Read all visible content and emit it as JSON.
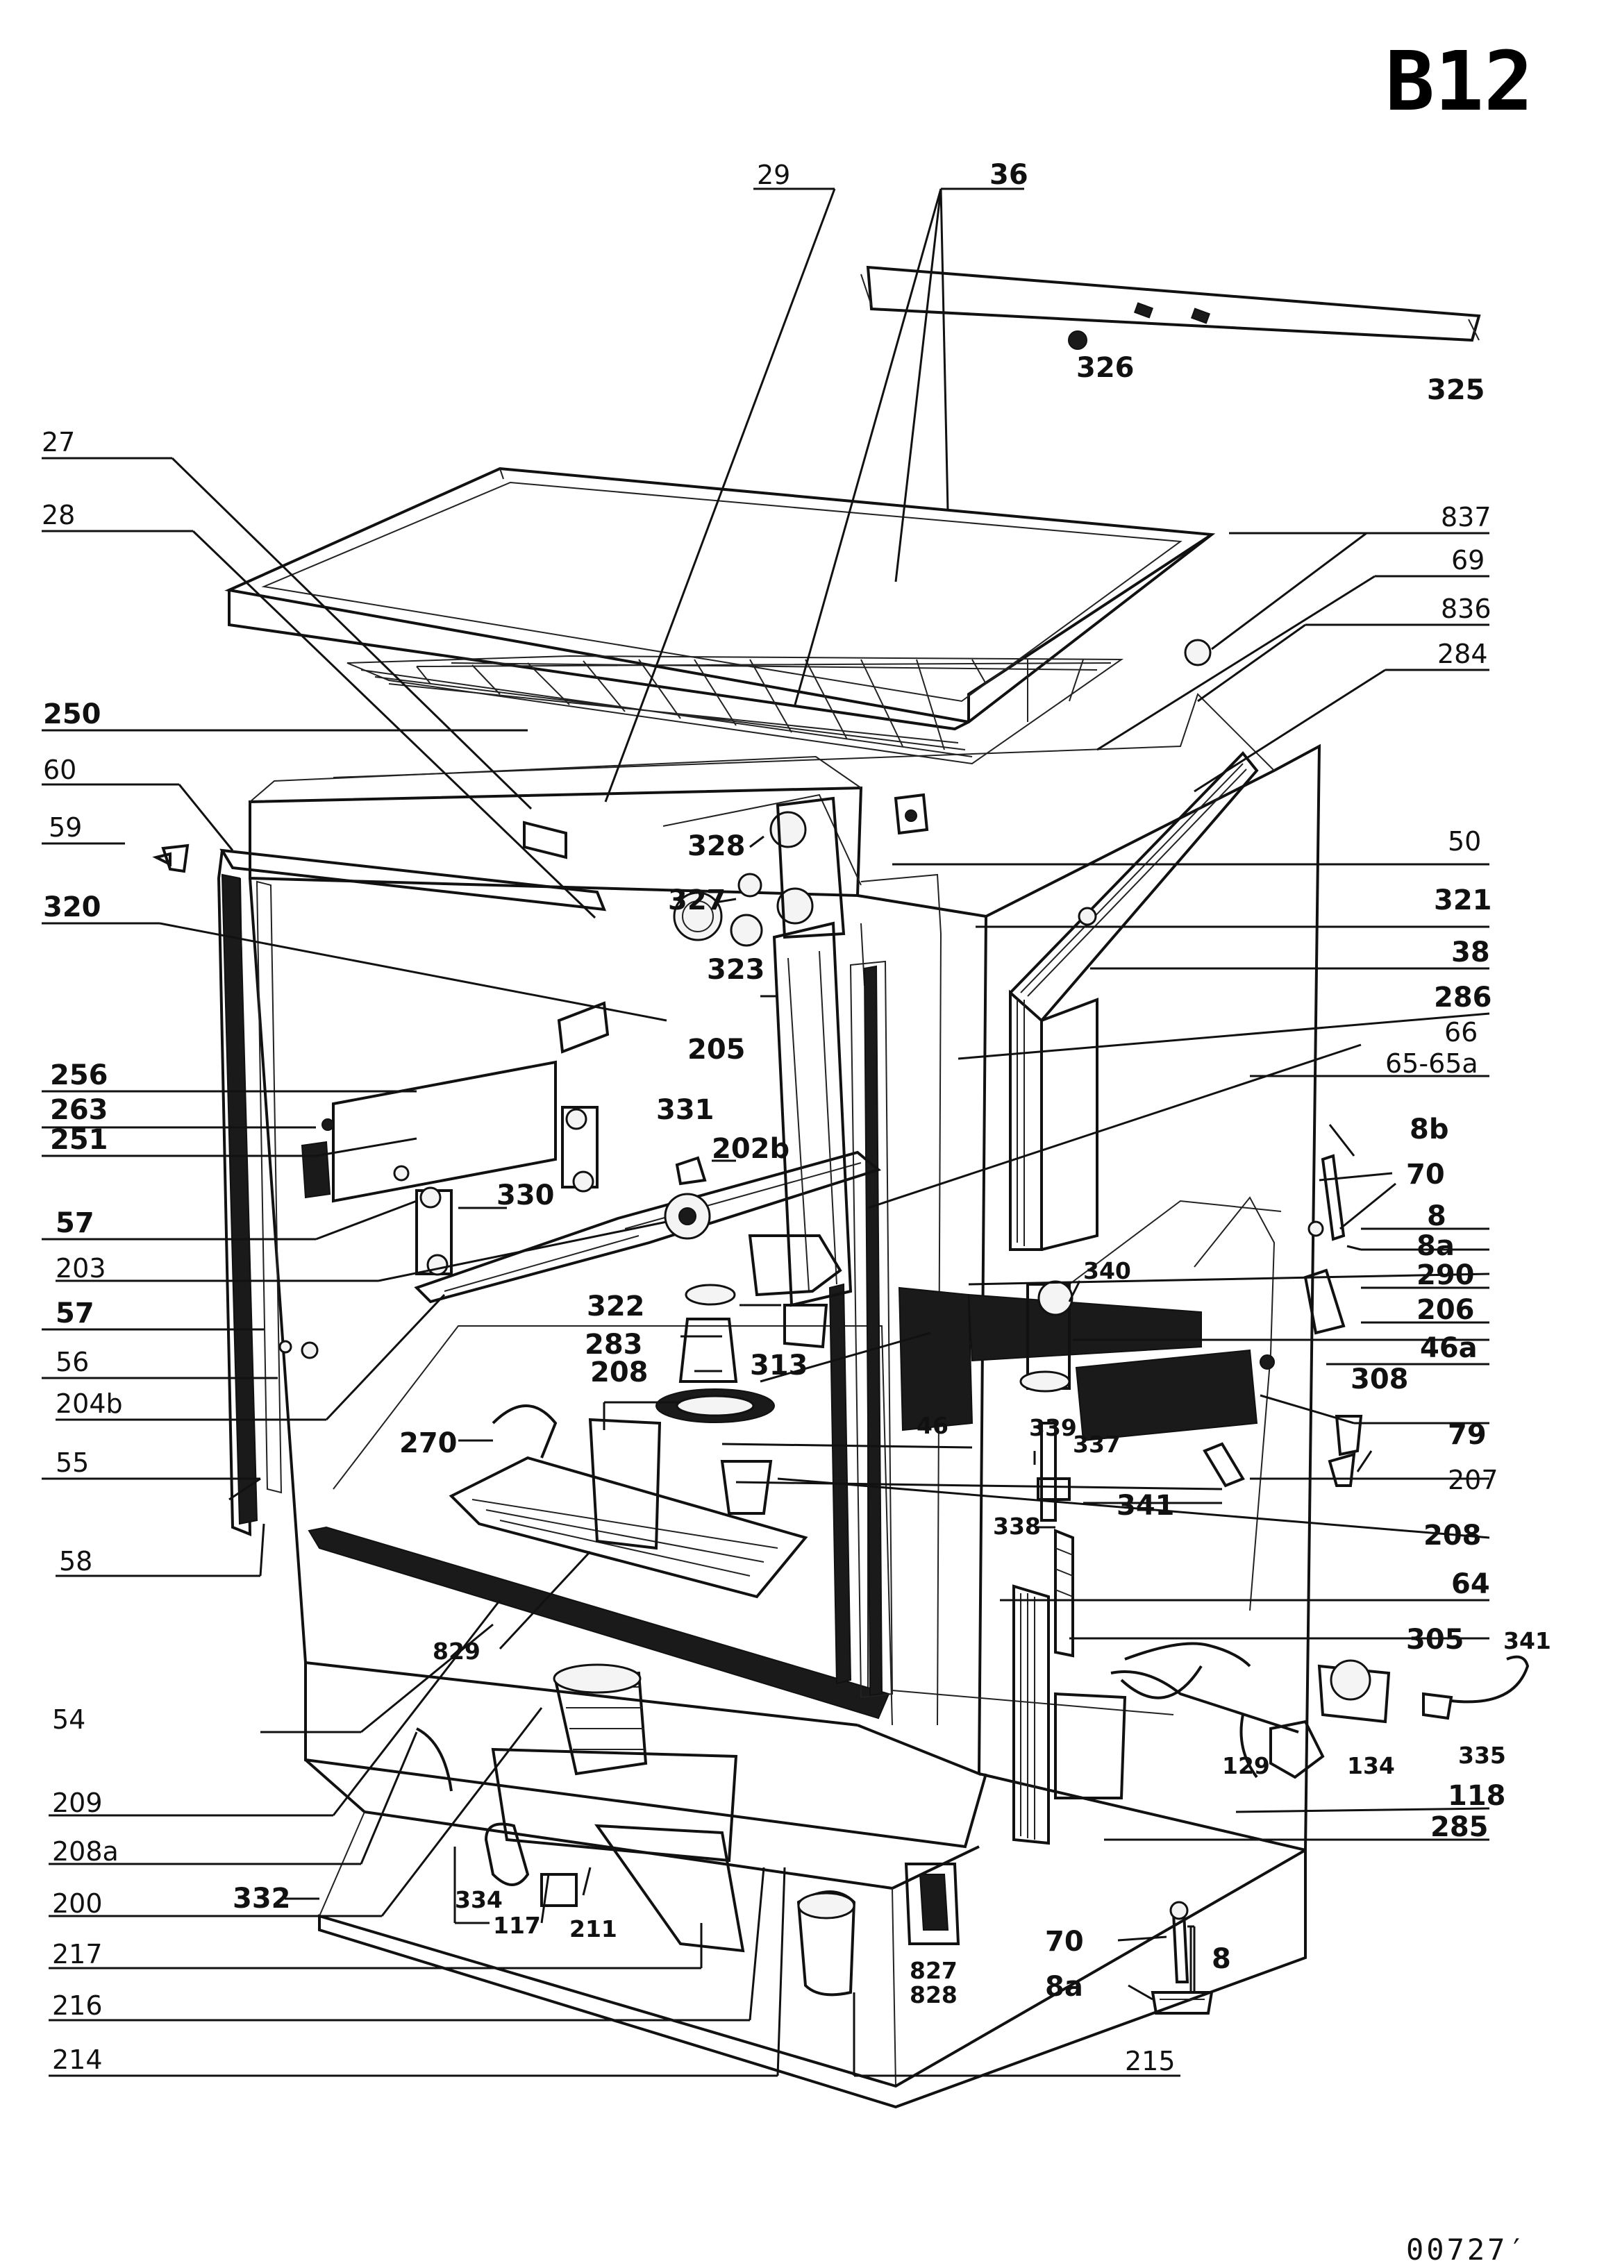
{
  "sheet_code": "B12",
  "drawing_number": "00727′",
  "labels": {
    "l29": "29",
    "l36": "36",
    "l326": "326",
    "l325": "325",
    "l27": "27",
    "l28": "28",
    "l837": "837",
    "l69": "69",
    "l836": "836",
    "l284": "284",
    "l250": "250",
    "l60": "60",
    "l59": "59",
    "l320": "320",
    "l328": "328",
    "l327": "327",
    "l323": "323",
    "l205": "205",
    "l50": "50",
    "l321": "321",
    "l38": "38",
    "l286": "286",
    "l66": "66",
    "l65": "65-65a",
    "l256": "256",
    "l263": "263",
    "l251": "251",
    "l331": "331",
    "l202b": "202b",
    "l330": "330",
    "l57a": "57",
    "l203": "203",
    "l57b": "57",
    "l56": "56",
    "l204b": "204b",
    "l55": "55",
    "l58": "58",
    "l8b": "8b",
    "l70a": "70",
    "l8a": "8",
    "l8aa": "8a",
    "l290": "290",
    "l206": "206",
    "l46a": "46a",
    "l340": "340",
    "l322": "322",
    "l283": "283",
    "l313": "313",
    "l208a": "208",
    "l46": "46",
    "l339": "339",
    "l337": "337",
    "l308": "308",
    "l79": "79",
    "l270": "270",
    "l207": "207",
    "l341a": "341",
    "l338": "338",
    "l208b": "208",
    "l64": "64",
    "l829": "829",
    "l305": "305",
    "l341b": "341",
    "l54": "54",
    "l129": "129",
    "l134": "134",
    "l335": "335",
    "l118": "118",
    "l285": "285",
    "l209": "209",
    "l208c": "208a",
    "l200": "200",
    "l332": "332",
    "l334": "334",
    "l117": "117",
    "l211": "211",
    "l217": "217",
    "l216": "216",
    "l214": "214",
    "l215": "215",
    "l827": "827",
    "l828": "828",
    "l70b": "70",
    "l8b2": "8",
    "l8ab": "8a"
  }
}
